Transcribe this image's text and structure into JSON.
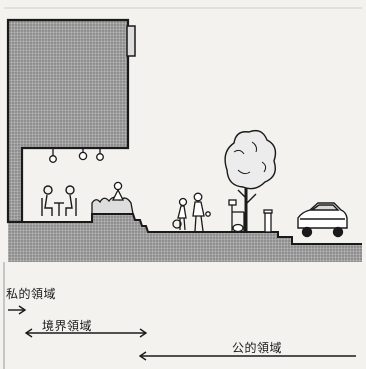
{
  "zones": {
    "private": "私的領域",
    "boundary": "境界領域",
    "public": "公的領域"
  },
  "colors": {
    "ink": "#1a1a1a",
    "hatch": "#8f8f8f",
    "paper": "#f4f2ee"
  }
}
